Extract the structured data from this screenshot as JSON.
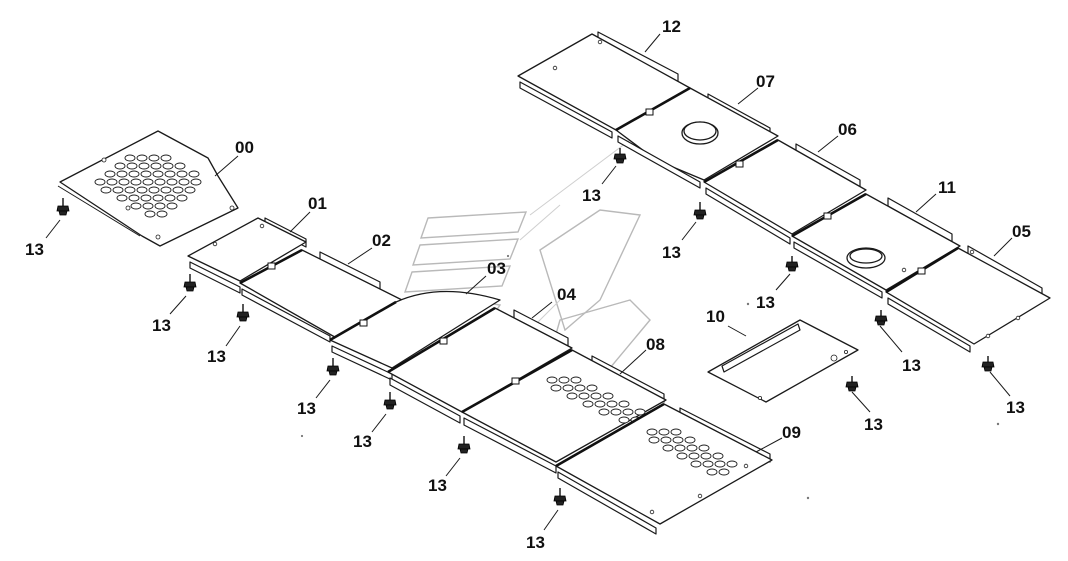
{
  "part_labels": {
    "p00": "00",
    "p01": "01",
    "p02": "02",
    "p03": "03",
    "p04": "04",
    "p05": "05",
    "p06": "06",
    "p07": "07",
    "p08": "08",
    "p09": "09",
    "p10": "10",
    "p11": "11",
    "p12": "12"
  },
  "bolt_label": "13"
}
